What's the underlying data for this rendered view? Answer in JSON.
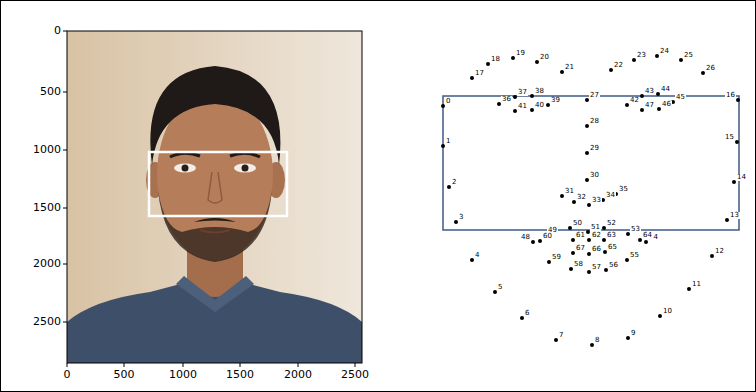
{
  "diagram": {
    "labels": [
      "0",
      "500",
      "1000",
      "1500",
      "2000",
      "2500",
      "0",
      "500",
      "1000",
      "1500",
      "2000",
      "2500",
      "0",
      "1",
      "2",
      "3",
      "4",
      "5",
      "6",
      "7",
      "8",
      "9",
      "10",
      "11",
      "12",
      "13",
      "14",
      "15",
      "16",
      "17",
      "18",
      "19",
      "20",
      "21",
      "22",
      "23",
      "24",
      "25",
      "26",
      "27",
      "28",
      "29",
      "30",
      "31",
      "32",
      "33",
      "34",
      "35",
      "36",
      "37",
      "38",
      "39",
      "40",
      "41",
      "42",
      "43",
      "44",
      "45",
      "46",
      "47",
      "48",
      "49",
      "50",
      "51",
      "52",
      "53",
      "54",
      "55",
      "56",
      "57",
      "58",
      "59",
      "60",
      "61",
      "62",
      "63",
      "64",
      "65",
      "66",
      "67"
    ]
  }
}
